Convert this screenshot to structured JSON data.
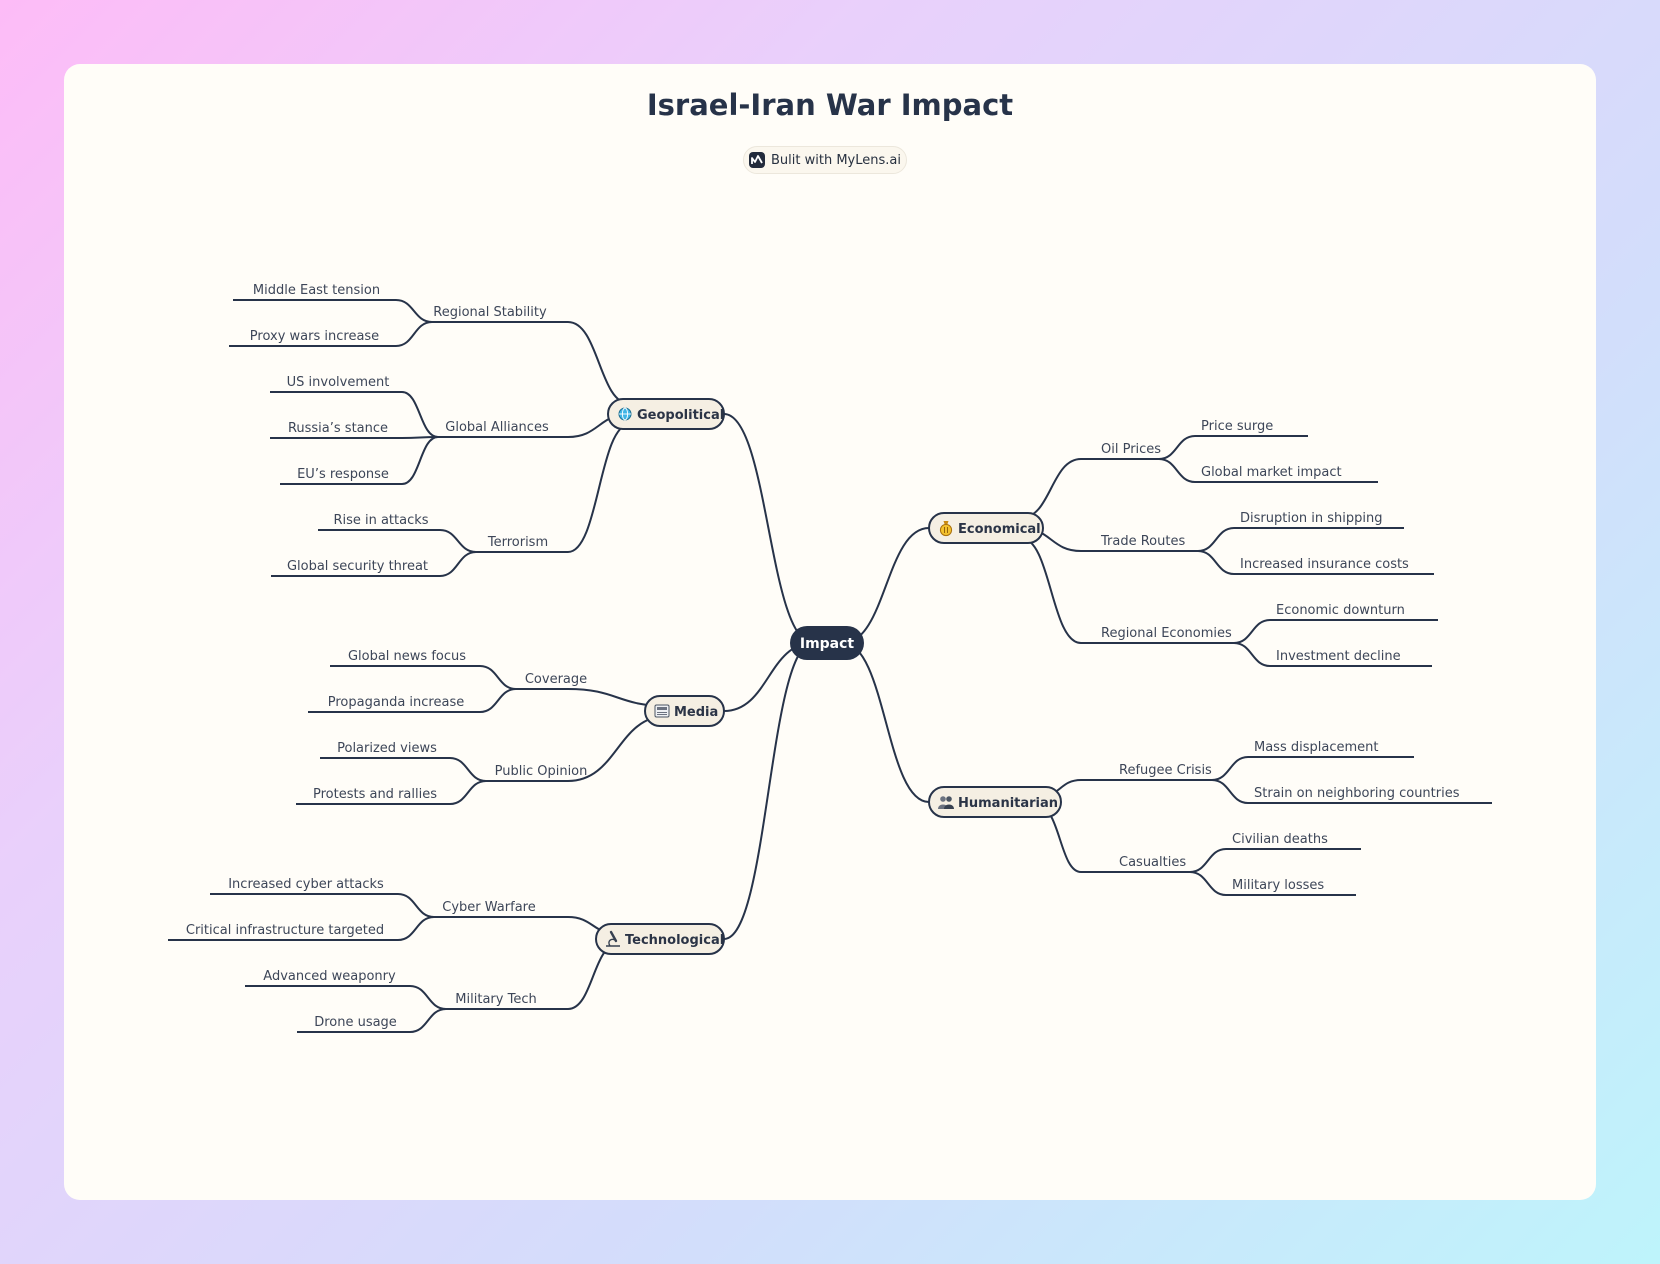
{
  "title": "Israel-Iran War Impact",
  "badge": {
    "label": "Bulit with MyLens.ai",
    "icon": "mylens-logo-icon"
  },
  "colors": {
    "line": "#273349",
    "root_fill": "#273349",
    "node_fill": "#f5efe3",
    "text": "#3d4658"
  },
  "mindmap": {
    "root": "Impact",
    "branches": [
      {
        "label": "Geopolitical",
        "icon": "globe-icon",
        "side": "left",
        "children": [
          {
            "label": "Regional Stability",
            "children": [
              "Middle East tension",
              "Proxy wars increase"
            ]
          },
          {
            "label": "Global Alliances",
            "children": [
              "US involvement",
              "Russia’s stance",
              "EU’s response"
            ]
          },
          {
            "label": "Terrorism",
            "children": [
              "Rise in attacks",
              "Global security threat"
            ]
          }
        ]
      },
      {
        "label": "Media",
        "icon": "newspaper-icon",
        "side": "left",
        "children": [
          {
            "label": "Coverage",
            "children": [
              "Global news focus",
              "Propaganda increase"
            ]
          },
          {
            "label": "Public Opinion",
            "children": [
              "Polarized views",
              "Protests and rallies"
            ]
          }
        ]
      },
      {
        "label": "Technological",
        "icon": "microscope-icon",
        "side": "left",
        "children": [
          {
            "label": "Cyber Warfare",
            "children": [
              "Increased cyber attacks",
              "Critical infrastructure targeted"
            ]
          },
          {
            "label": "Military Tech",
            "children": [
              "Advanced weaponry",
              "Drone usage"
            ]
          }
        ]
      },
      {
        "label": "Economical",
        "icon": "money-bag-icon",
        "side": "right",
        "children": [
          {
            "label": "Oil Prices",
            "children": [
              "Price surge",
              "Global market impact"
            ]
          },
          {
            "label": "Trade Routes",
            "children": [
              "Disruption in shipping",
              "Increased insurance costs"
            ]
          },
          {
            "label": "Regional Economies",
            "children": [
              "Economic downturn",
              "Investment decline"
            ]
          }
        ]
      },
      {
        "label": "Humanitarian",
        "icon": "people-icon",
        "side": "right",
        "children": [
          {
            "label": "Refugee Crisis",
            "children": [
              "Mass displacement",
              "Strain on neighboring countries"
            ]
          },
          {
            "label": "Casualties",
            "children": [
              "Civilian deaths",
              "Military losses"
            ]
          }
        ]
      }
    ]
  }
}
